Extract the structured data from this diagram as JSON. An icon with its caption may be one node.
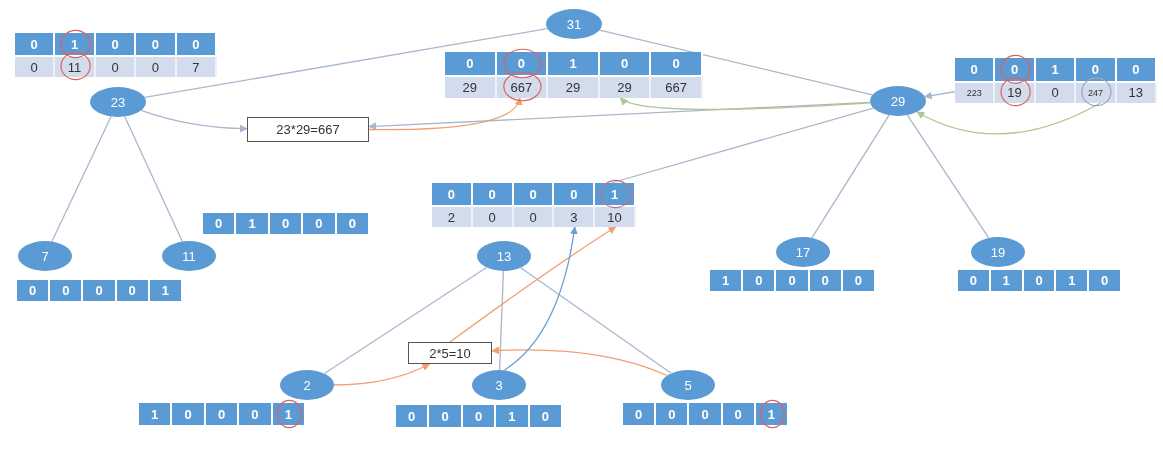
{
  "diagram": {
    "nodes": [
      {
        "text": [
          "31"
        ]
      },
      {
        "text": [
          "0",
          "1",
          "0",
          "0",
          "0",
          "0",
          "11",
          "0",
          "0",
          "7"
        ]
      },
      {
        "text": [
          "23"
        ]
      },
      {
        "text": [
          "0",
          "0",
          "1",
          "0",
          "0",
          "29",
          "667",
          "29",
          "29",
          "667"
        ]
      },
      {
        "text": [
          "23*29=667"
        ]
      },
      {
        "text": [
          "0",
          "0",
          "1",
          "0",
          "0",
          "223",
          "19",
          "0",
          "247",
          "13"
        ]
      },
      {
        "text": [
          "29"
        ]
      },
      {
        "text": [
          "7"
        ]
      },
      {
        "text": [
          "0",
          "0",
          "0",
          "0",
          "1"
        ]
      },
      {
        "text": [
          "11"
        ]
      },
      {
        "text": [
          "0",
          "1",
          "0",
          "0",
          "0"
        ]
      },
      {
        "text": [
          "0",
          "0",
          "0",
          "0",
          "1",
          "2",
          "0",
          "0",
          "3",
          "10"
        ]
      },
      {
        "text": [
          "13"
        ]
      },
      {
        "text": [
          "17"
        ]
      },
      {
        "text": [
          "1",
          "0",
          "0",
          "0",
          "0"
        ]
      },
      {
        "text": [
          "19"
        ]
      },
      {
        "text": [
          "0",
          "1",
          "0",
          "1",
          "0"
        ]
      },
      {
        "text": [
          "2*5=10"
        ]
      },
      {
        "text": [
          "2"
        ]
      },
      {
        "text": [
          "1",
          "0",
          "0",
          "0",
          "1"
        ]
      },
      {
        "text": [
          "3"
        ]
      },
      {
        "text": [
          "0",
          "0",
          "0",
          "1",
          "0"
        ]
      },
      {
        "text": [
          "5"
        ]
      },
      {
        "text": [
          "0",
          "0",
          "0",
          "0",
          "1"
        ]
      }
    ],
    "edges": [
      {
        "from": 0,
        "to": 2,
        "arrow": "none"
      },
      {
        "from": 0,
        "to": 6,
        "arrow": "none"
      },
      {
        "from": 2,
        "to": 7,
        "arrow": "none"
      },
      {
        "from": 2,
        "to": 9,
        "arrow": "none"
      },
      {
        "from": 6,
        "to": 11,
        "arrow": "none"
      },
      {
        "from": 6,
        "to": 13,
        "arrow": "none"
      },
      {
        "from": 6,
        "to": 15,
        "arrow": "none"
      },
      {
        "from": 12,
        "to": 18,
        "arrow": "none"
      },
      {
        "from": 12,
        "to": 20,
        "arrow": "none"
      },
      {
        "from": 12,
        "to": 22,
        "arrow": "none"
      },
      {
        "from": 2,
        "to": 4,
        "arrow": "to"
      },
      {
        "from": 6,
        "to": 4,
        "arrow": "to"
      },
      {
        "from": 4,
        "to": 3,
        "arrow": "to",
        "color": "#f0a070"
      },
      {
        "from": 6,
        "to": 3,
        "arrow": "to",
        "color": "#b3c48e"
      },
      {
        "from": 5,
        "to": 6,
        "arrow": "to",
        "color": "#b3c48e"
      },
      {
        "from": 5,
        "to": 6,
        "arrow": "to"
      },
      {
        "from": 18,
        "to": 17,
        "arrow": "to",
        "color": "#f0a070"
      },
      {
        "from": 22,
        "to": 17,
        "arrow": "to",
        "color": "#f0a070"
      },
      {
        "from": 17,
        "to": 11,
        "arrow": "to",
        "color": "#f0a070"
      },
      {
        "from": 20,
        "to": 11,
        "arrow": "to",
        "color": "#6a9fd4"
      }
    ]
  }
}
